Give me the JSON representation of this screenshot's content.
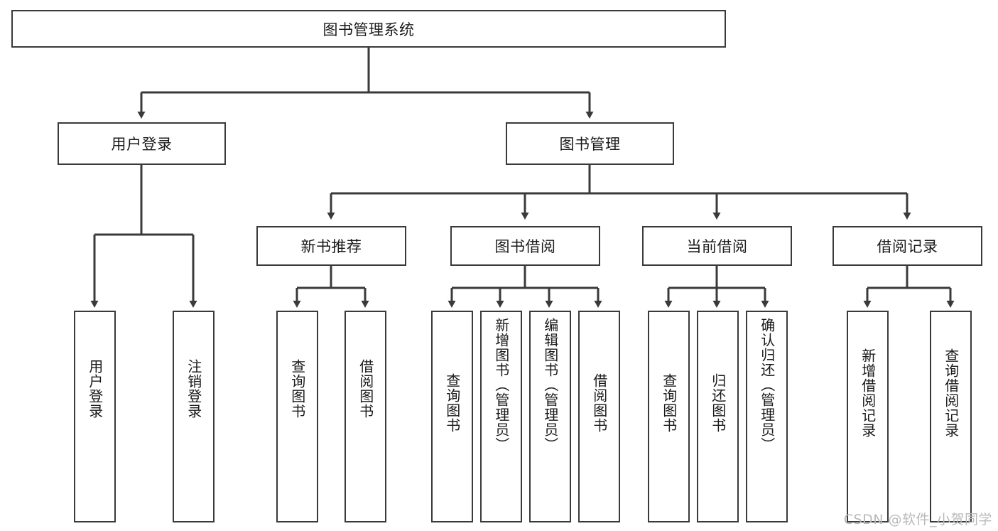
{
  "diagram": {
    "title_node": {
      "label": "图书管理系统"
    },
    "level2": [
      {
        "id": "user-login",
        "label": "用户登录"
      },
      {
        "id": "book-manage",
        "label": "图书管理"
      }
    ],
    "level3": [
      {
        "id": "new-book-recommend",
        "label": "新书推荐"
      },
      {
        "id": "book-borrow",
        "label": "图书借阅"
      },
      {
        "id": "current-borrow",
        "label": "当前借阅"
      },
      {
        "id": "borrow-record",
        "label": "借阅记录"
      }
    ],
    "leaves": {
      "user_login": [
        {
          "id": "leaf-user-login",
          "label": "用户登录"
        },
        {
          "id": "leaf-logout-login",
          "label": "注销登录"
        }
      ],
      "new_book_recommend": [
        {
          "id": "leaf-query-book-1",
          "label": "查询图书"
        },
        {
          "id": "leaf-borrow-book-1",
          "label": "借阅图书"
        }
      ],
      "book_borrow": [
        {
          "id": "leaf-query-book-2",
          "label": "查询图书"
        },
        {
          "id": "leaf-add-book",
          "label": "新增图书（管理员）"
        },
        {
          "id": "leaf-edit-book",
          "label": "编辑图书（管理员）"
        },
        {
          "id": "leaf-borrow-book-2",
          "label": "借阅图书"
        }
      ],
      "current_borrow": [
        {
          "id": "leaf-query-book-3",
          "label": "查询图书"
        },
        {
          "id": "leaf-return-book",
          "label": "归还图书"
        },
        {
          "id": "leaf-confirm-return",
          "label": "确认归还（管理员）"
        }
      ],
      "borrow_record": [
        {
          "id": "leaf-add-borrow-record",
          "label": "新增借阅记录"
        },
        {
          "id": "leaf-query-borrow-record",
          "label": "查询借阅记录"
        }
      ]
    }
  },
  "watermark": {
    "text": "CSDN @软件_小贺同学"
  },
  "colors": {
    "stroke": "#3a3a3a",
    "background": "#ffffff",
    "text": "#1a1a1a",
    "watermark": "#b9b9b9"
  }
}
